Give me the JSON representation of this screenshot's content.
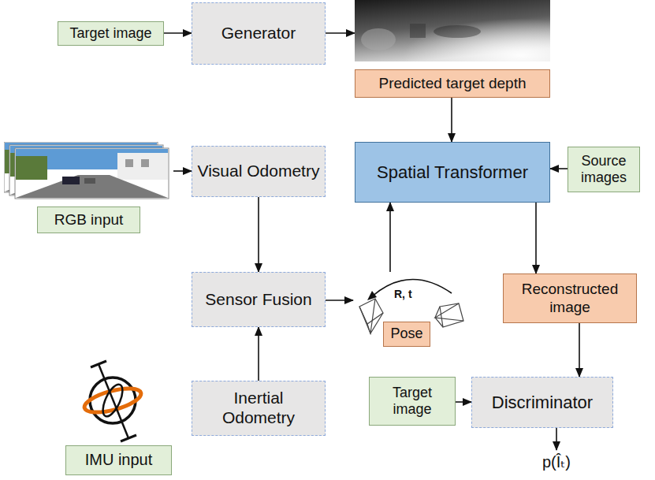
{
  "diagram": {
    "nodes": [
      {
        "text": [
          "Target image"
        ]
      },
      {
        "text": [
          "Generator"
        ]
      },
      {
        "text": [
          "Predicted target depth"
        ]
      },
      {
        "text": [
          "Spatial Transformer"
        ]
      },
      {
        "text": [
          "Source images"
        ]
      },
      {
        "text": [
          "Visual Odometry"
        ]
      },
      {
        "text": [
          "RGB input"
        ]
      },
      {
        "text": [
          "Sensor Fusion"
        ]
      },
      {
        "text": [
          "Pose"
        ]
      },
      {
        "text": [
          "Reconstructed image"
        ]
      },
      {
        "text": [
          "Inertial Odometry"
        ]
      },
      {
        "text": [
          "IMU input"
        ]
      },
      {
        "text": [
          "Target image"
        ]
      },
      {
        "text": [
          "Discriminator"
        ]
      }
    ],
    "edges": [
      {
        "from": 0,
        "to": 1,
        "arrow": "to"
      },
      {
        "from": 1,
        "to": 2,
        "arrow": "to"
      },
      {
        "from": 2,
        "to": 3,
        "arrow": "to"
      },
      {
        "from": 4,
        "to": 3,
        "arrow": "to"
      },
      {
        "from": 6,
        "to": 5,
        "arrow": "to"
      },
      {
        "from": 5,
        "to": 7,
        "arrow": "to"
      },
      {
        "from": 10,
        "to": 7,
        "arrow": "to"
      },
      {
        "from": 7,
        "to": 8,
        "arrow": "to"
      },
      {
        "from": 8,
        "to": 3,
        "arrow": "to"
      },
      {
        "from": 3,
        "to": 9,
        "arrow": "to"
      },
      {
        "from": 9,
        "to": 13,
        "arrow": "to"
      },
      {
        "from": 12,
        "to": 13,
        "arrow": "to"
      }
    ],
    "labels": [
      "R, t",
      "p(Îₜ)"
    ]
  }
}
